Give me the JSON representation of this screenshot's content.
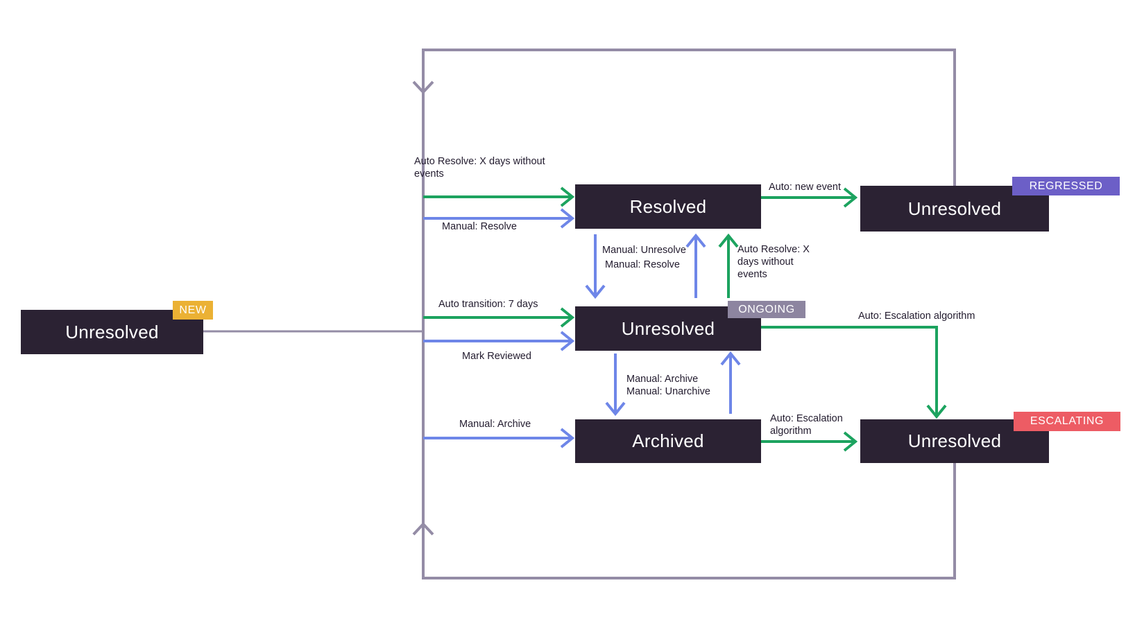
{
  "colors": {
    "background": "#FFFFFF",
    "state_box_bg": "#2B2233",
    "state_text": "#FFFFFF",
    "auto_arrow_green": "#1CA35F",
    "manual_arrow_blue": "#6E86E8",
    "loop_line_gray": "#948CA6",
    "label_text": "#221B2E",
    "badge_text": "#FFFFFF",
    "badge_new_bg": "#EBB134",
    "badge_regressed_bg": "#6C5FC7",
    "badge_ongoing_bg": "#8D85A0",
    "badge_escalating_bg": "#ED5C64"
  },
  "states": {
    "new_unresolved": {
      "label": "Unresolved",
      "badge": "NEW"
    },
    "resolved": {
      "label": "Resolved"
    },
    "regressed_unresolved": {
      "label": "Unresolved",
      "badge": "REGRESSED"
    },
    "ongoing_unresolved": {
      "label": "Unresolved",
      "badge": "ONGOING"
    },
    "archived": {
      "label": "Archived"
    },
    "escalating_unresolved": {
      "label": "Unresolved",
      "badge": "ESCALATING"
    }
  },
  "transitions": {
    "auto_resolve_to_resolved": {
      "lines": [
        "Auto Resolve: X days without",
        "events"
      ]
    },
    "manual_resolve_to_resolved": "Manual: Resolve",
    "auto_new_event": "Auto: new event",
    "manual_unresolve": "Manual: Unresolve",
    "manual_resolve_mid": "Manual: Resolve",
    "auto_resolve_right": {
      "lines": [
        "Auto Resolve: X",
        "days without",
        "events"
      ]
    },
    "auto_transition_7_days": "Auto transition: 7 days",
    "mark_reviewed": "Mark Reviewed",
    "manual_archive_mid": "Manual: Archive",
    "manual_unarchive_mid": "Manual: Unarchive",
    "manual_archive_left": "Manual: Archive",
    "auto_escalation_top": "Auto: Escalation algorithm",
    "auto_escalation_bottom": {
      "lines": [
        "Auto: Escalation",
        "algorithm"
      ]
    }
  }
}
